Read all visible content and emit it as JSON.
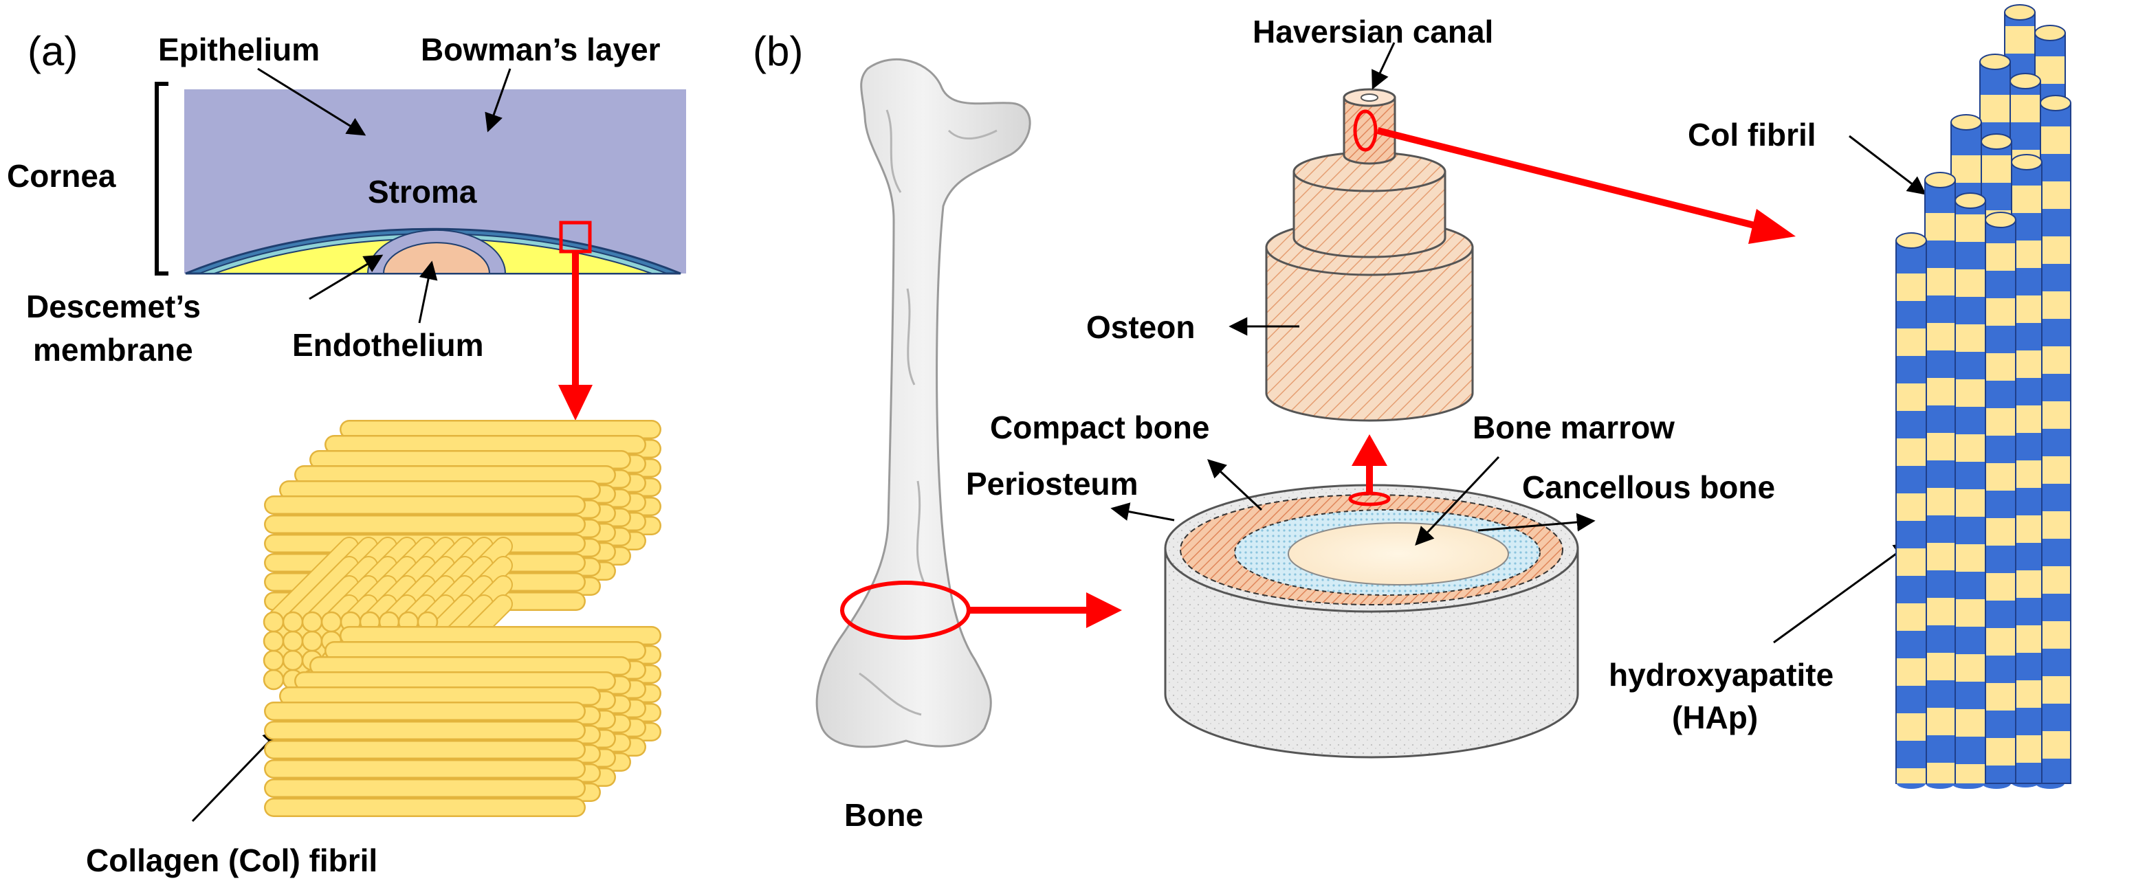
{
  "figure": {
    "panel_a": {
      "panel_label": "(a)",
      "labels": {
        "epithelium": "Epithelium",
        "bowmans_layer": "Bowman’s layer",
        "cornea": "Cornea",
        "stroma": "Stroma",
        "descemets_line1": "Descemet’s",
        "descemets_line2": "membrane",
        "endothelium": "Endothelium",
        "collagen_fibril": "Collagen (Col) fibril"
      }
    },
    "panel_b": {
      "panel_label": "(b)",
      "labels": {
        "bone": "Bone",
        "haversian_canal": "Haversian canal",
        "osteon": "Osteon",
        "compact_bone": "Compact bone",
        "periosteum": "Periosteum",
        "bone_marrow": "Bone marrow",
        "cancellous_bone": "Cancellous bone",
        "col_fibril": "Col fibril",
        "hap_line1": "hydroxyapatite",
        "hap_line2": "(HAp)"
      }
    },
    "colors": {
      "cornea_bg": "#A9ACD6",
      "epithelium": "#3F7CB0",
      "bowman": "#8FD2D6",
      "stroma": "#FFFF66",
      "fibril_fill": "#FFE27A",
      "fibril_edge": "#E3B43D",
      "osteon_fill": "#F6D9BF",
      "osteon_hatch": "#E49B6F",
      "arrow_red": "#FF0000",
      "hap_blue": "#3A6FD4",
      "hap_yellow": "#FFE69A",
      "bone_grey": "#E6E6E6",
      "cancellous": "#C9E6F2"
    }
  }
}
